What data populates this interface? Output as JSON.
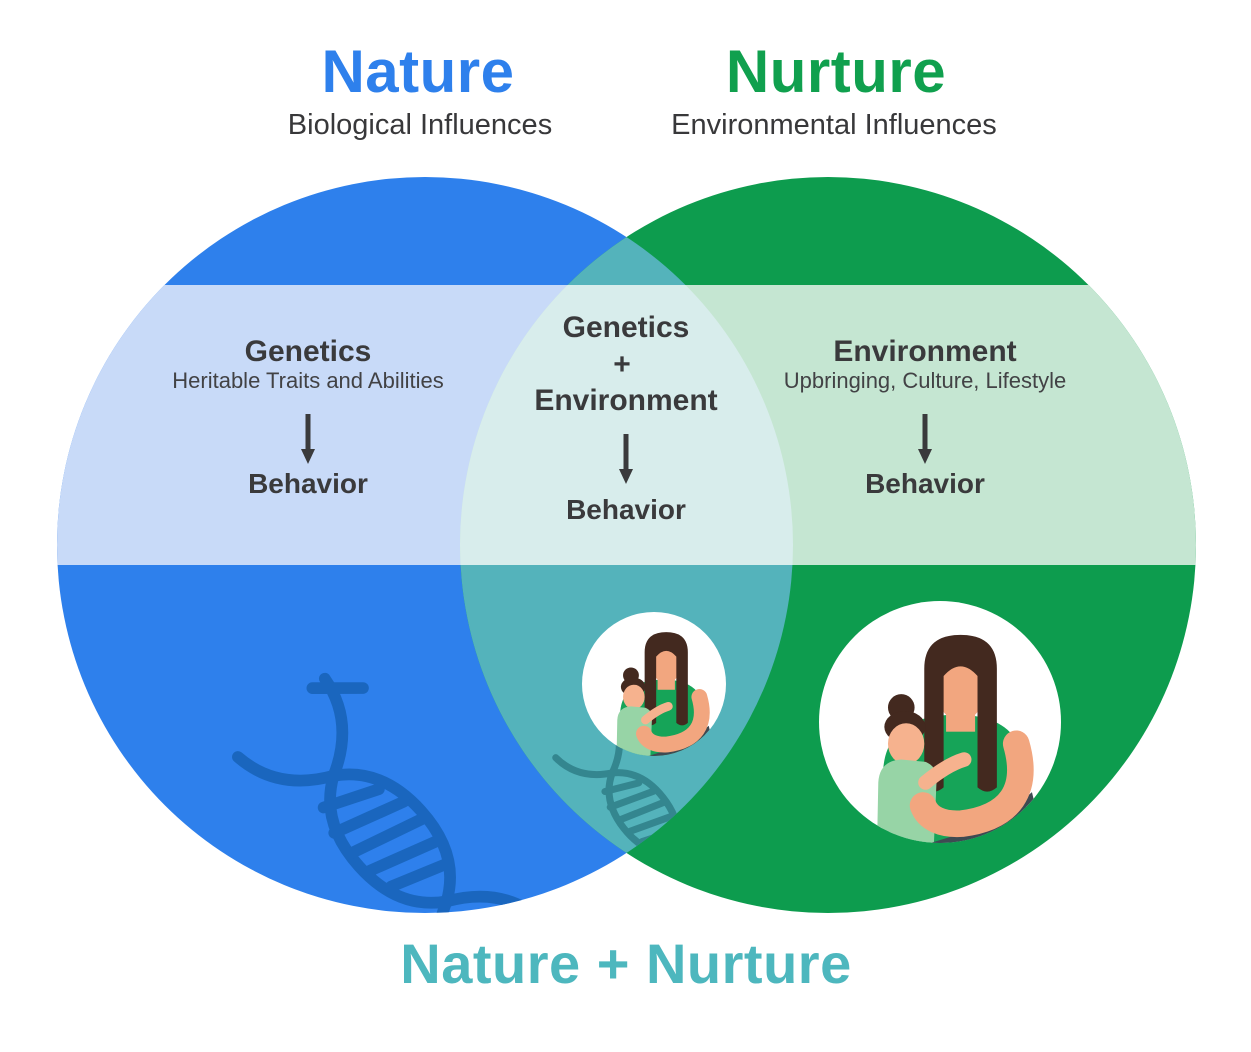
{
  "left": {
    "title": "Nature",
    "subtitle": "Biological Influences",
    "band": {
      "heading": "Genetics",
      "detail": "Heritable Traits and Abilities",
      "result": "Behavior"
    }
  },
  "right": {
    "title": "Nurture",
    "subtitle": "Environmental Influences",
    "band": {
      "heading": "Environment",
      "detail": "Upbringing, Culture, Lifestyle",
      "result": "Behavior"
    }
  },
  "overlap": {
    "band": {
      "line1": "Genetics",
      "line2": "+",
      "line3": "Environment",
      "result": "Behavior"
    }
  },
  "footer": {
    "title": "Nature + Nurture"
  },
  "icons": {
    "dna": "dna-helix-icon",
    "mother_child": "mother-holding-child-icon",
    "down_arrow": "down-arrow-icon"
  },
  "palette": {
    "nature_blue": "#2E80EC",
    "nurture_green": "#0D9C4E",
    "overlap_teal": "#54B3BB",
    "band_light_blue": "#C8DAF8",
    "band_light_green": "#C5E6D2",
    "band_light_teal": "#D8EDEC",
    "dna_dark_blue": "#1A66BE",
    "dna_dark_teal": "#34868F",
    "title_green": "#10A04E",
    "footer_teal": "#4DB7BE",
    "text_dark": "#3A3A3C"
  }
}
